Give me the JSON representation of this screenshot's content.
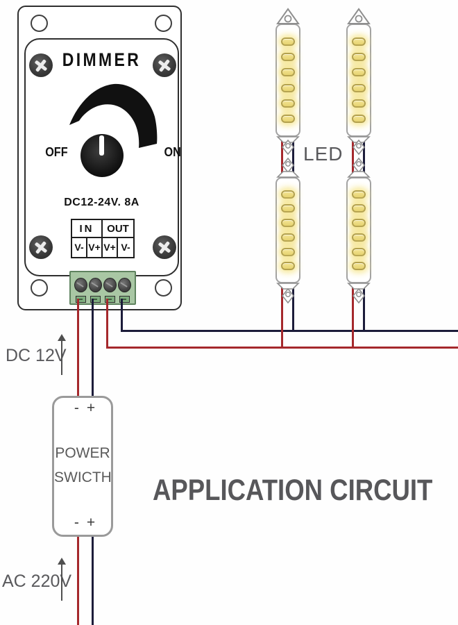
{
  "dimmer": {
    "title": "DIMMER",
    "off_label": "OFF",
    "on_label": "ON",
    "rating": "DC12-24V. 8A",
    "table": {
      "in_label": "IN",
      "out_label": "OUT",
      "pins": [
        "V-",
        "V+",
        "V+",
        "V-"
      ]
    }
  },
  "power_switch": {
    "line1": "POWER",
    "line2": "SWICTH",
    "minus": "-",
    "plus": "+"
  },
  "annotations": {
    "led_label": "LED",
    "dc_label": "DC 12V",
    "ac_label": "AC 220V",
    "app_title": "APPLICATION CIRCUIT"
  },
  "colors": {
    "wire_red": "#a5282c",
    "wire_blue": "#1c1c3a",
    "terminal_green": "#a9c7a4",
    "led_yellow": "#efdf86",
    "text_gray": "#59595c"
  }
}
